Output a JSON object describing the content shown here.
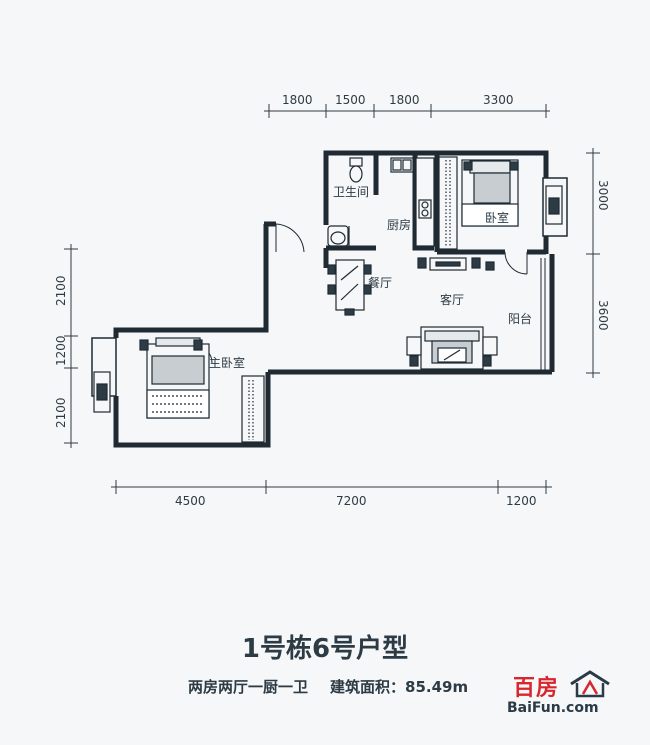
{
  "dimensions": {
    "top": [
      "1800",
      "1500",
      "1800",
      "3300"
    ],
    "bottom": [
      "4500",
      "7200",
      "1200"
    ],
    "left": [
      "2100",
      "1200",
      "2100"
    ],
    "right": [
      "3000",
      "3600"
    ]
  },
  "rooms": {
    "bathroom": "卫生间",
    "kitchen": "厨房",
    "bedroom": "卧室",
    "dining": "餐厅",
    "living": "客厅",
    "balcony": "阳台",
    "master_bedroom": "主卧室"
  },
  "title": "1号栋6号户型",
  "subtitle": {
    "layout": "两房两厅一厨一卫",
    "area": "建筑面积：85.49m"
  },
  "logo": {
    "brand": "百房",
    "url": "BaiFun.com"
  }
}
